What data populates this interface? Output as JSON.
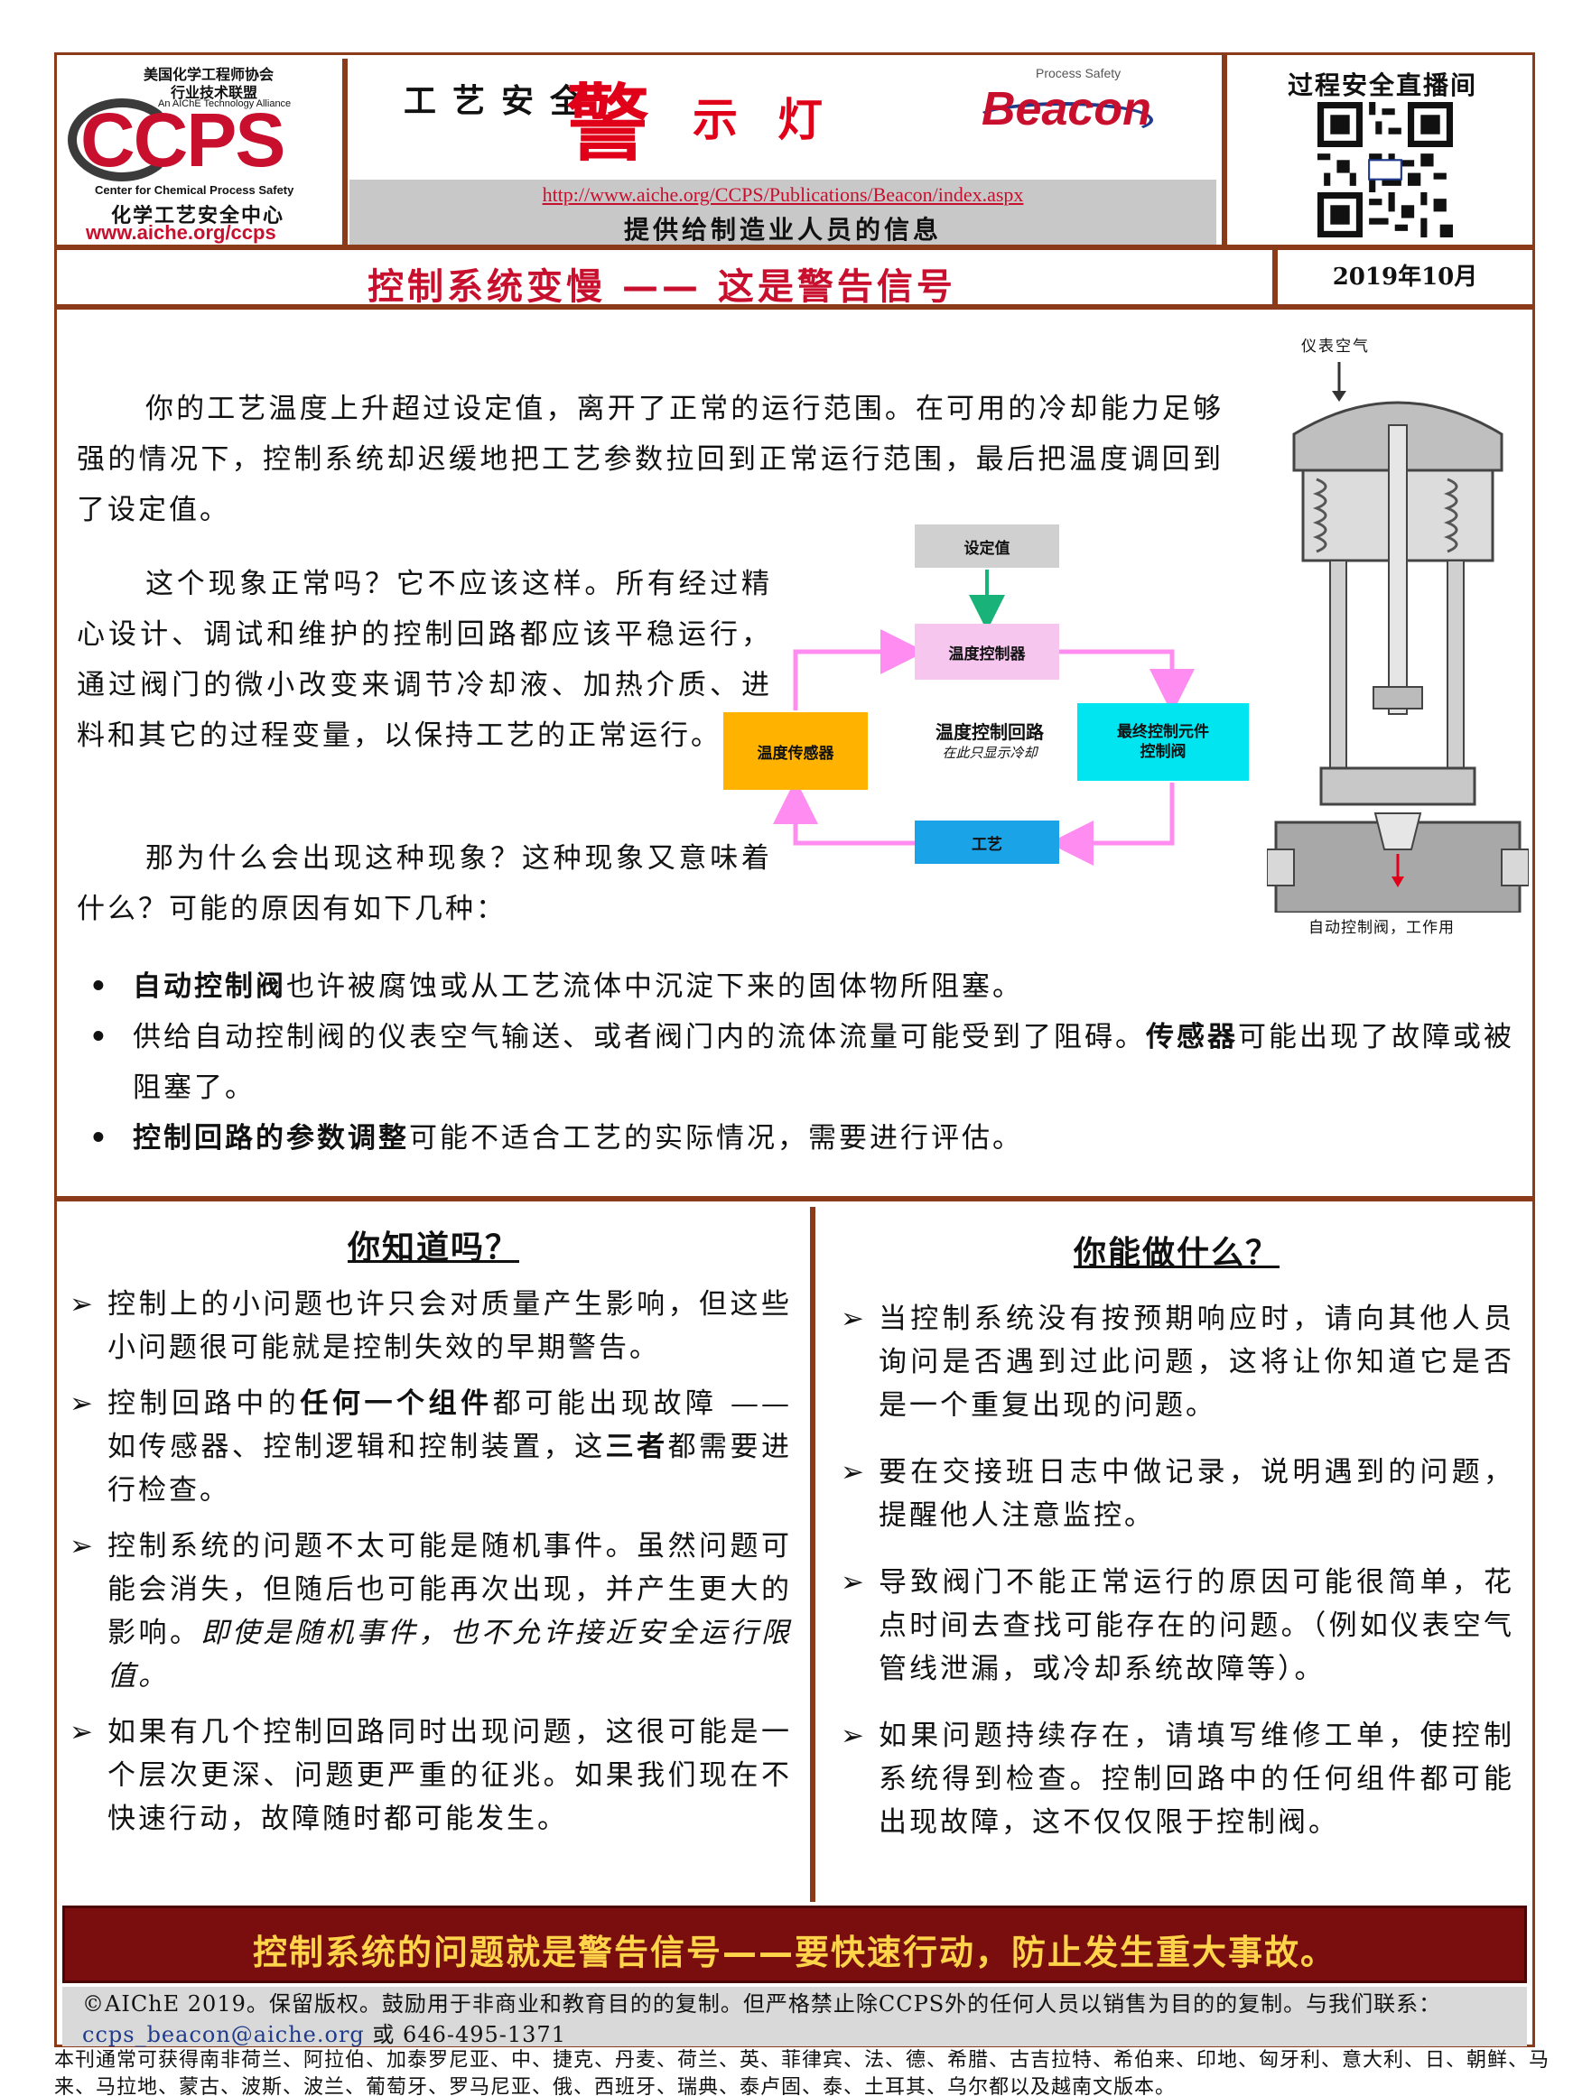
{
  "header": {
    "org_cn_line1": "美国化学工程师协会",
    "org_cn_line2": "行业技术联盟",
    "org_en_alliance": "An AIChE Technology Alliance",
    "logo_letters": "CCPS",
    "org_en_name": "Center for Chemical Process Safety",
    "org_cn_name": "化学工艺安全中心",
    "org_url": "www.aiche.org/ccps",
    "safety_title": "工艺安全",
    "warn_char": "警",
    "show_light": "示灯",
    "beacon_small": "Process Safety",
    "beacon": "Beacon",
    "url": "http://www.aiche.org/CCPS/Publications/Beacon/index.aspx",
    "subtitle": "提供给制造业人员的信息",
    "qr_title": "过程安全直播间"
  },
  "topic": {
    "title": "控制系统变慢 —— 这是警告信号",
    "date": "2019年10月"
  },
  "main": {
    "p1": "你的工艺温度上升超过设定值，离开了正常的运行范围。在可用的冷却能力足够强的情况下，控制系统却迟缓地把工艺参数拉回到正常运行范围，最后把温度调回到了设定值。",
    "p2": "这个现象正常吗？它不应该这样。所有经过精心设计、调试和维护的控制回路都应该平稳运行，通过阀门的微小改变来调节冷却液、加热介质、进料和其它的过程变量，以保持工艺的正常运行。",
    "p3": "那为什么会出现这种现象？这种现象又意味着什么？可能的原因有如下几种：",
    "diagram": {
      "setpoint": "设定值",
      "controller": "温度控制器",
      "sensor": "温度传感器",
      "final_line1": "最终控制元件",
      "final_line2": "控制阀",
      "process": "工艺",
      "loop_title": "温度控制回路",
      "loop_note": "在此只显示冷却"
    },
    "valve": {
      "label_top": "仪表空气",
      "caption": "自动控制阀，工作用"
    },
    "bullets": [
      {
        "bold": "自动控制阀",
        "text": "也许被腐蚀或从工艺流体中沉淀下来的固体物所阻塞。"
      },
      {
        "pre": "供给自动控制阀的仪表空气输送、或者阀门内的流体流量可能受到了阻碍。",
        "bold": "传感器",
        "text": "可能出现了故障或被阻塞了。"
      },
      {
        "bold": "控制回路的参数调整",
        "text": "可能不适合工艺的实际情况，需要进行评估。"
      }
    ]
  },
  "left_col": {
    "heading": "你知道吗？",
    "items": [
      {
        "text": "控制上的小问题也许只会对质量产生影响，但这些小问题很可能就是控制失效的早期警告。"
      },
      {
        "a": "控制回路中的",
        "b": "任何一个组件",
        "c": "都可能出现故障 —— 如传感器、控制逻辑和控制装置，这",
        "d": "三者",
        "e": "都需要进行检查。"
      },
      {
        "text": "控制系统的问题不太可能是随机事件。虽然问题可能会消失，但随后也可能再次出现，并产生更大的影响。",
        "italic": "即使是随机事件，也不允许接近安全运行限值。"
      },
      {
        "text": "如果有几个控制回路同时出现问题，这很可能是一个层次更深、问题更严重的征兆。如果我们现在不快速行动，故障随时都可能发生。"
      }
    ]
  },
  "right_col": {
    "heading": "你能做什么？",
    "items": [
      "当控制系统没有按预期响应时，请向其他人员询问是否遇到过此问题，这将让你知道它是否是一个重复出现的问题。",
      "要在交接班日志中做记录，说明遇到的问题，提醒他人注意监控。",
      "导致阀门不能正常运行的原因可能很简单，花点时间去查找可能存在的问题。（例如仪表空气管线泄漏，或冷却系统故障等）。",
      "如果问题持续存在，请填写维修工单，使控制系统得到检查。控制回路中的任何组件都可能出现故障，这不仅仅限于控制阀。"
    ]
  },
  "footer": {
    "banner": "控制系统的问题就是警告信号——要快速行动，防止发生重大事故。",
    "copyright_a": "©AIChE 2019。保留版权。鼓励用于非商业和教育目的的复制。但严格禁止除CCPS外的任何人员以销售为目的的复制。与我们联系：",
    "email": "ccps_beacon@aiche.org",
    "copyright_b": " 或  646-495-1371",
    "languages": "本刊通常可获得南非荷兰、阿拉伯、加泰罗尼亚、中、捷克、丹麦、荷兰、英、菲律宾、法、德、希腊、古吉拉特、希伯来、印地、匈牙利、意大利、日、朝鲜、马来、马拉地、蒙古、波斯、波兰、葡萄牙、罗马尼亚、俄、西班牙、瑞典、泰卢固、泰、土耳其、乌尔都以及越南文版本。"
  },
  "colors": {
    "frame": "#8b3a1a",
    "red": "#c8102e",
    "banner_bg": "#7a0e0e",
    "banner_text": "#ffd34a"
  }
}
